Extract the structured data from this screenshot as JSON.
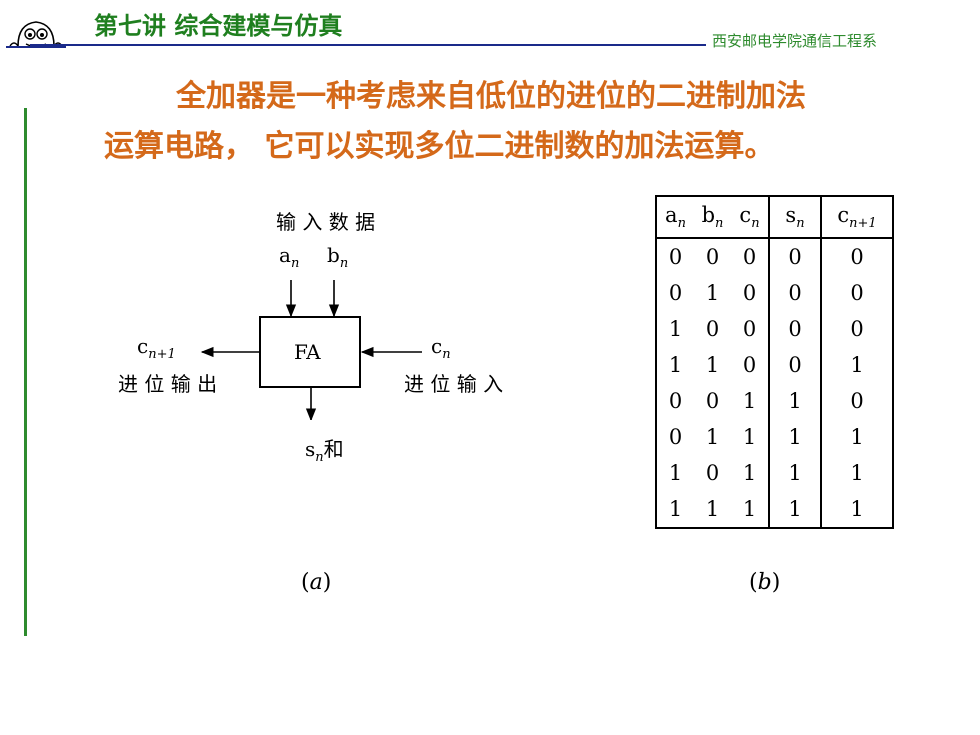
{
  "header": {
    "title": "第七讲 综合建模与仿真",
    "subtitle": "西安邮电学院通信工程系"
  },
  "intro": {
    "line1": "全加器是一种考虑来自低位的进位的二进制加法",
    "line2": "运算电路， 它可以实现多位二进制数的加法运算。"
  },
  "diagram": {
    "input_data_label": "输 入 数 据",
    "a_base": "a",
    "a_sub": "n",
    "b_base": "b",
    "b_sub": "n",
    "block_label": "FA",
    "carry_out_base": "c",
    "carry_out_sub": "n+1",
    "carry_out_label": "进 位 输 出",
    "carry_in_base": "c",
    "carry_in_sub": "n",
    "carry_in_label": "进 位 输 入",
    "sum_base": "s",
    "sum_sub": "n",
    "sum_label": "和",
    "caption_open": "(",
    "caption_letter": "a",
    "caption_close": ")"
  },
  "truth_table": {
    "headers": [
      {
        "base": "a",
        "sub": "n"
      },
      {
        "base": "b",
        "sub": "n"
      },
      {
        "base": "c",
        "sub": "n"
      },
      {
        "base": "s",
        "sub": "n"
      },
      {
        "base": "c",
        "sub": "n+1"
      }
    ],
    "rows": [
      [
        "0",
        "0",
        "0",
        "0",
        "0"
      ],
      [
        "0",
        "1",
        "0",
        "0",
        "0"
      ],
      [
        "1",
        "0",
        "0",
        "0",
        "0"
      ],
      [
        "1",
        "1",
        "0",
        "0",
        "1"
      ],
      [
        "0",
        "0",
        "1",
        "1",
        "0"
      ],
      [
        "0",
        "1",
        "1",
        "1",
        "1"
      ],
      [
        "1",
        "0",
        "1",
        "1",
        "1"
      ],
      [
        "1",
        "1",
        "1",
        "1",
        "1"
      ]
    ],
    "caption_open": "(",
    "caption_letter": "b",
    "caption_close": ")"
  },
  "icons": {
    "mascot": "cartoon-face-icon"
  },
  "colors": {
    "title": "#1f7f1f",
    "intro": "#d4691a",
    "rule": "#1a2a8a"
  }
}
